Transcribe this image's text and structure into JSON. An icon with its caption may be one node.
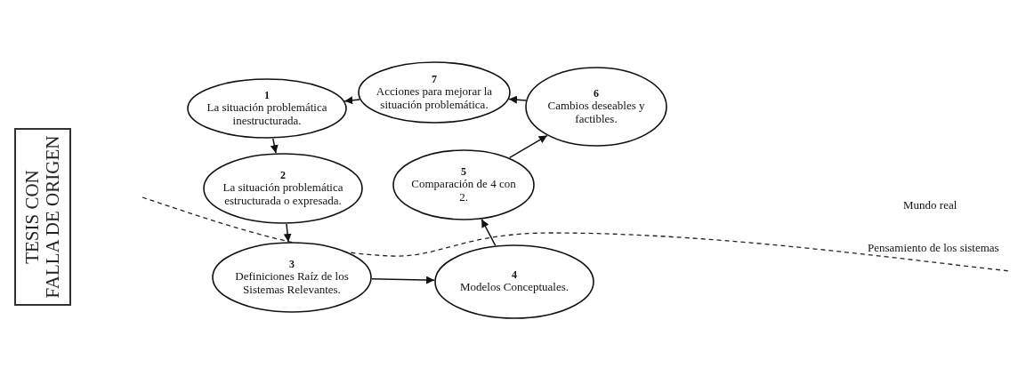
{
  "diagram": {
    "nodes": [
      {
        "text": [
          "1",
          "La situación problemática inestructurada."
        ]
      },
      {
        "text": [
          "7",
          "Acciones para mejorar la situación problemática."
        ]
      },
      {
        "text": [
          "6",
          "Cambios deseables y factibles."
        ]
      },
      {
        "text": [
          "2",
          "La situación problemática estructurada o expresada."
        ]
      },
      {
        "text": [
          "5",
          "Comparación de 4 con 2."
        ]
      },
      {
        "text": [
          "3",
          "Definiciones Raíz de los Sistemas Relevantes."
        ]
      },
      {
        "text": [
          "4",
          "Modelos Conceptuales."
        ]
      }
    ],
    "edges": [
      {
        "from": 0,
        "to": 3,
        "arrow": "to"
      },
      {
        "from": 3,
        "to": 5,
        "arrow": "to"
      },
      {
        "from": 5,
        "to": 6,
        "arrow": "to"
      },
      {
        "from": 6,
        "to": 4,
        "arrow": "to"
      },
      {
        "from": 4,
        "to": 2,
        "arrow": "to"
      },
      {
        "from": 2,
        "to": 1,
        "arrow": "to"
      },
      {
        "from": 1,
        "to": 0,
        "arrow": "to"
      }
    ],
    "labels": [
      "TESIS CON",
      "FALLA DE ORIGEN",
      "Mundo real",
      "Pensamiento de los sistemas"
    ]
  }
}
